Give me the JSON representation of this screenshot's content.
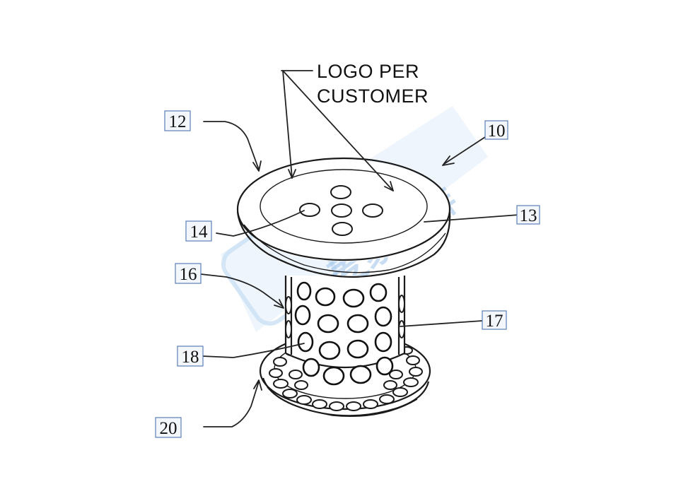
{
  "annotation": {
    "note_line1": "LOGO PER",
    "note_line2": "CUSTOMER"
  },
  "reference_numerals": [
    {
      "id": "12",
      "label": "12"
    },
    {
      "id": "10",
      "label": "10"
    },
    {
      "id": "13",
      "label": "13"
    },
    {
      "id": "14",
      "label": "14"
    },
    {
      "id": "16",
      "label": "16"
    },
    {
      "id": "17",
      "label": "17"
    },
    {
      "id": "18",
      "label": "18"
    },
    {
      "id": "20",
      "label": "20"
    }
  ],
  "watermark": {
    "text": "麦家专排",
    "color": "#9ec3ea"
  }
}
